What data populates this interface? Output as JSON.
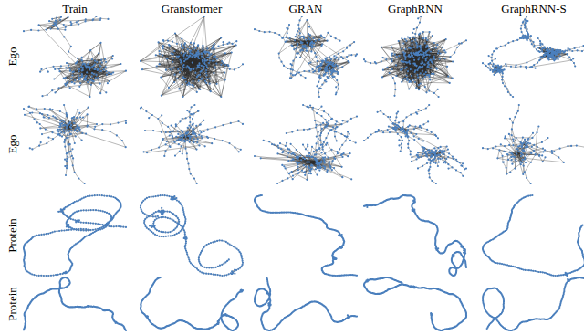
{
  "diagram": {
    "labels": [
      "Train",
      "Gransformer",
      "GRAN",
      "GraphRNN",
      "GraphRNN-S",
      "Ego",
      "Ego",
      "Protein",
      "Protein"
    ]
  }
}
